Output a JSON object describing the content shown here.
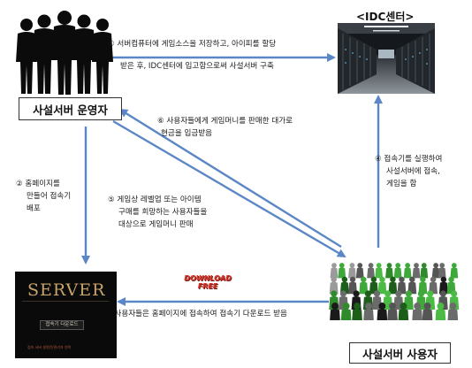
{
  "nodes": {
    "operator": "사설서버 운영자",
    "users": "사설서버 사용자",
    "idc_title": "<IDC센터>",
    "download_badge": [
      "DOWNLOAD",
      "FREE"
    ],
    "server_site": {
      "logo": "SERVER",
      "button": "접속기 다운로드",
      "footer": "접속 서버 설명란/관리자 연락"
    }
  },
  "steps": {
    "s1": [
      "① 서버컴퓨터에 게임소스을 저장하고, 아이피를 할당",
      "받은 후, IDC센터에 입고함으로써 사설서버 구축"
    ],
    "s2": [
      "② 홈페이지를",
      "만들어 접속기",
      "배포"
    ],
    "s3": [
      "③ 사용자들은 홈페이지에 접속하여 접속기 다운로드 받음"
    ],
    "s4": [
      "④ 접속기를 실행하여",
      "사설서버에 접속,",
      "게임을 함"
    ],
    "s5": [
      "⑤ 게임상 레벨업 또는 아이템",
      "구매를 희망하는 사용자들을",
      "대상으로 게임머니 판매"
    ],
    "s6": [
      "⑥ 사용자들에게 게임머니를 판매한 대가로",
      "현금을 입금받음"
    ]
  },
  "colors": {
    "arrow": "#5b87c7",
    "box_border": "#333333",
    "download_red": "#d9362b"
  }
}
